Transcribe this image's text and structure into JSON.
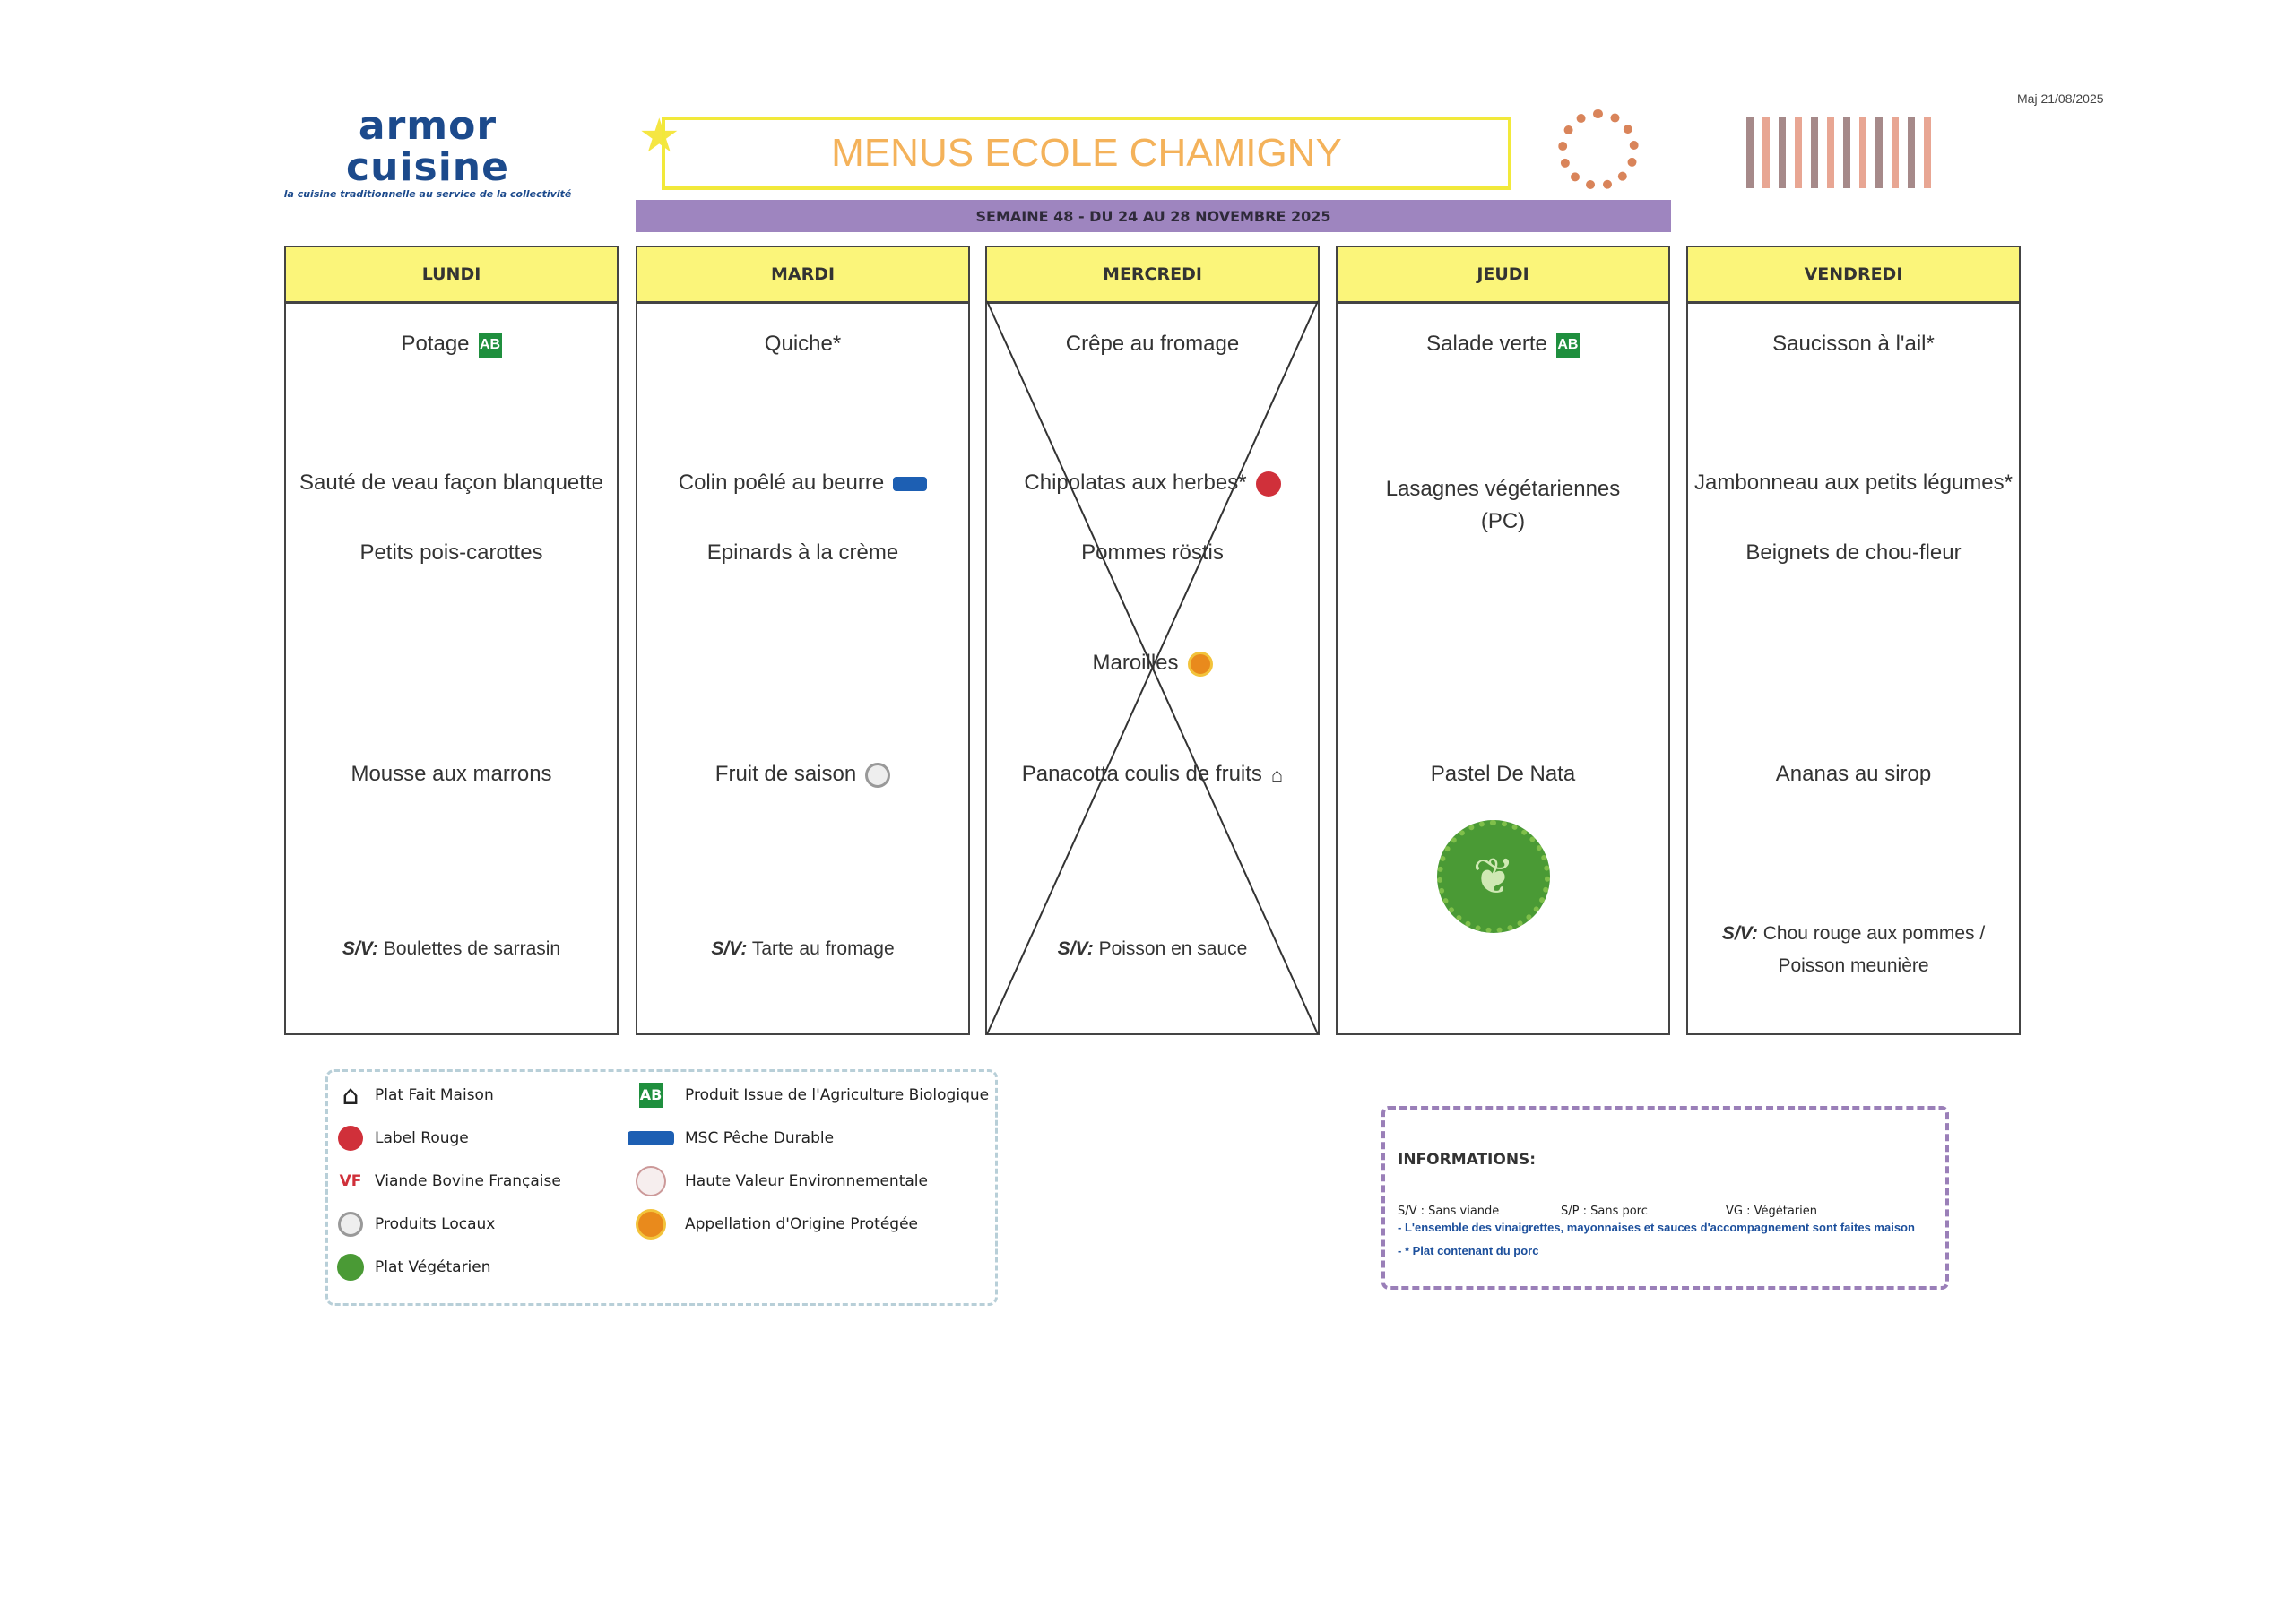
{
  "logo": {
    "name": "armor cuisine",
    "tagline": "la cuisine traditionnelle au service de la collectivité"
  },
  "title": "MENUS ECOLE CHAMIGNY",
  "week": "SEMAINE 48 - DU 24 AU 28 NOVEMBRE 2025",
  "updated": "Maj 21/08/2025",
  "days": [
    {
      "name": "LUNDI",
      "starter": "Potage",
      "main": "Sauté de veau façon blanquette",
      "side": "Petits pois-carottes",
      "dessert": "Mousse aux marrons",
      "sv_label": "S/V:",
      "sv": "Boulettes de sarrasin"
    },
    {
      "name": "MARDI",
      "starter": "Quiche*",
      "main": "Colin poêlé au beurre",
      "side": "Epinards à la crème",
      "dessert": "Fruit de saison",
      "sv_label": "S/V:",
      "sv": "Tarte au fromage"
    },
    {
      "name": "MERCREDI",
      "starter": "Crêpe au fromage",
      "main": "Chipolatas aux herbes*",
      "side": "Pommes röstis",
      "cheese": "Maroilles",
      "dessert": "Panacotta coulis de fruits",
      "sv_label": "S/V:",
      "sv": "Poisson en sauce",
      "cancelled": true
    },
    {
      "name": "JEUDI",
      "starter": "Salade verte",
      "main": "Lasagnes végétariennes",
      "main2": "(PC)",
      "dessert": "Pastel De Nata"
    },
    {
      "name": "VENDREDI",
      "starter": "Saucisson à l'ail*",
      "main": "Jambonneau aux petits légumes*",
      "side": "Beignets de chou-fleur",
      "dessert": "Ananas au sirop",
      "sv_label": "S/V:",
      "sv": "Chou rouge aux pommes /",
      "sv2": "Poisson meunière"
    }
  ],
  "icons": {
    "ab": "AB"
  },
  "legend": [
    {
      "icon": "house-icon",
      "label": "Plat Fait Maison"
    },
    {
      "icon": "label-rouge-icon",
      "label": "Label Rouge"
    },
    {
      "icon": "viande-bovine-icon",
      "label": "Viande Bovine Française"
    },
    {
      "icon": "produits-locaux-icon",
      "label": "Produits Locaux"
    },
    {
      "icon": "vegetarian-icon",
      "label": "Plat Végétarien"
    },
    {
      "icon": "ab-icon",
      "label": "Produit Issue de l'Agriculture Biologique"
    },
    {
      "icon": "msc-icon",
      "label": "MSC Pêche Durable"
    },
    {
      "icon": "hve-icon",
      "label": "Haute Valeur Environnementale"
    },
    {
      "icon": "aop-icon",
      "label": "Appellation d'Origine Protégée"
    }
  ],
  "info": {
    "title": "INFORMATIONS:",
    "sv": "S/V : Sans viande",
    "sp": "S/P : Sans porc",
    "vg": "VG : Végétarien",
    "note1": "- L'ensemble des vinaigrettes, mayonnaises et sauces d'accompagnement sont faites maison",
    "note2": "- * Plat contenant du porc"
  },
  "colors": {
    "header": "#fbf57a",
    "week_bar": "#9e85bf",
    "title": "#f4b25a",
    "brand": "#1c4a8c"
  }
}
